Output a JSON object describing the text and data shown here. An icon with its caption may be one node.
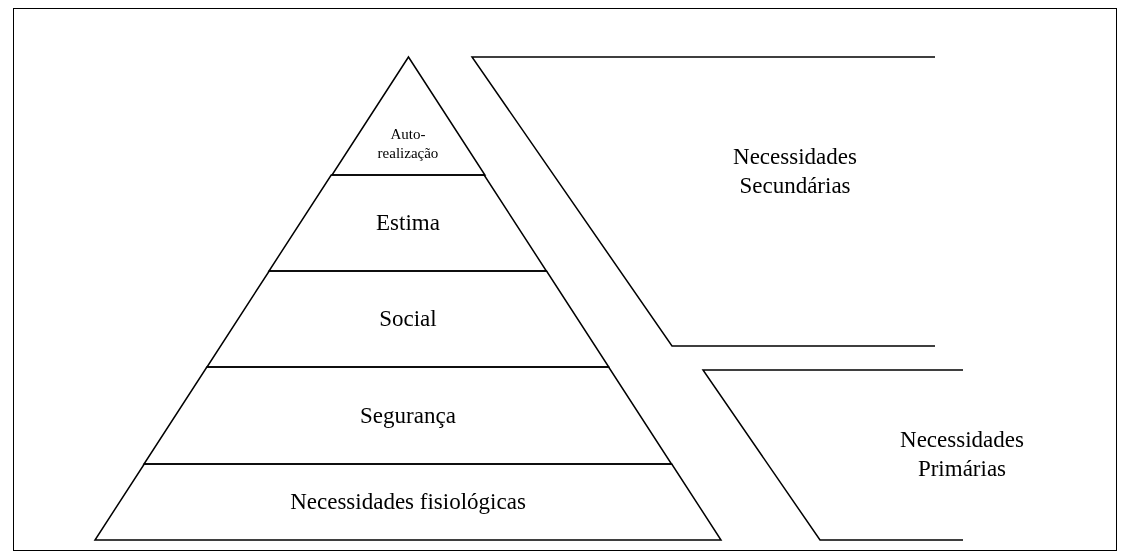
{
  "diagram": {
    "nodes": [
      {
        "text": [
          "Auto-realização"
        ]
      },
      {
        "text": [
          "Estima"
        ]
      },
      {
        "text": [
          "Social"
        ]
      },
      {
        "text": [
          "Segurança"
        ]
      },
      {
        "text": [
          "Necessidades fisiológicas"
        ]
      },
      {
        "text": [
          "Necessidades Secundárias"
        ]
      },
      {
        "text": [
          "Necessidades Primárias"
        ]
      }
    ]
  }
}
